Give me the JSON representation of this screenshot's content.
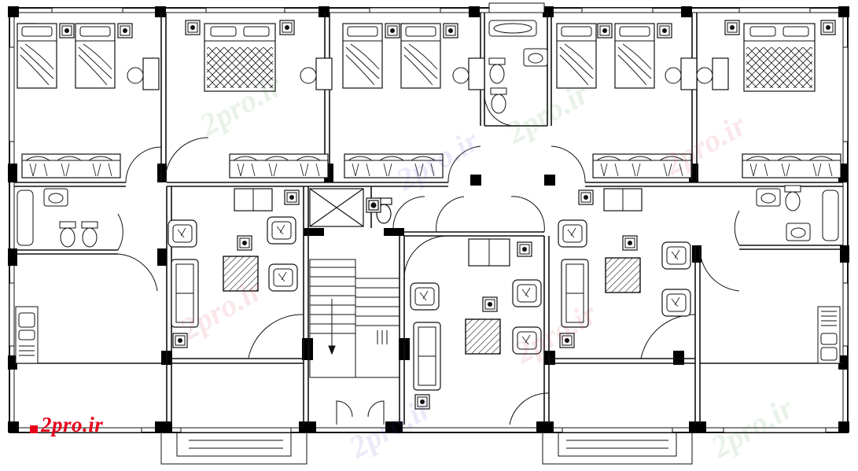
{
  "logo": {
    "text": "2pro.ir",
    "color": "#e8001a"
  },
  "watermarks": [
    {
      "text": "2pro.ir",
      "color": "#7fc47f"
    },
    {
      "text": "2pro.ir",
      "color": "#e07b8a"
    },
    {
      "text": "2pro.ir",
      "color": "#8a8ae0"
    },
    {
      "text": "2pro.ir",
      "color": "#7fc47f"
    },
    {
      "text": "2pro.ir",
      "color": "#e07b8a"
    },
    {
      "text": "2pro.ir",
      "color": "#8a8ae0"
    },
    {
      "text": "2pro.ir",
      "color": "#7fc47f"
    },
    {
      "text": "2pro.ir",
      "color": "#e07b8a"
    }
  ],
  "drawing": {
    "line_color": "#111111",
    "wall_color": "#000000",
    "paper_color": "#ffffff"
  }
}
